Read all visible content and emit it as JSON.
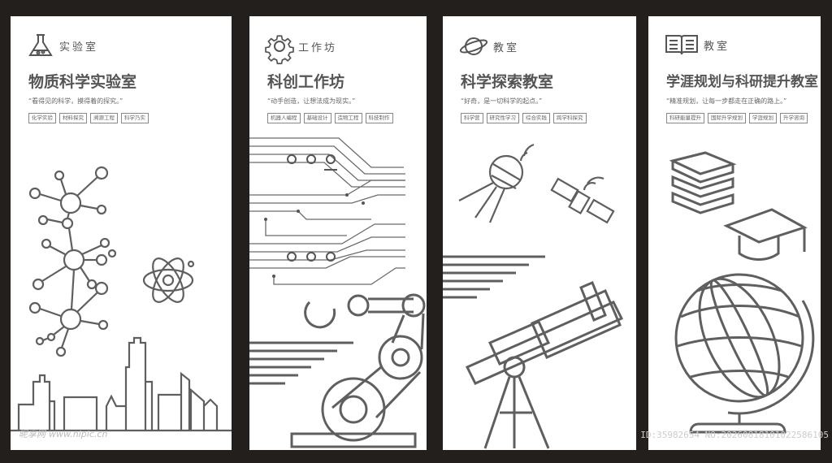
{
  "panels": [
    {
      "label": "实验室",
      "title": "物质科学实验室",
      "quote": "“看得见的科学，摸得着的探究。”",
      "tags": [
        "化学实验",
        "材料探究",
        "溯源工程",
        "科学乃实"
      ],
      "icon": "flask-icon"
    },
    {
      "label": "工作坊",
      "title": "科创工作坊",
      "quote": "“动手创造，让想法成为现实。”",
      "tags": [
        "机器人编程",
        "基础设计",
        "造物工程",
        "科技制作"
      ],
      "icon": "gear-icon"
    },
    {
      "label": "教室",
      "title": "科学探索教室",
      "quote": "“好奇，是一切科学的起点。”",
      "tags": [
        "科学营",
        "研究性学习",
        "综合实践",
        "跨学科探究"
      ],
      "icon": "planet-icon"
    },
    {
      "label": "教室",
      "title": "学涯规划与科研提升教室",
      "quote": "“精准规划，让每一步都走在正确的路上。”",
      "tags": [
        "科研能量提升",
        "国际升学规划",
        "学涯规划",
        "升学咨询"
      ],
      "icon": "book-icon"
    }
  ],
  "watermark": {
    "left_logo": "昵享网",
    "left_url": "www.nipic.cn",
    "right_id": "ID:35982654 NO:20260818101022586105"
  },
  "colors": {
    "background": "#231f1c",
    "panel": "#ffffff",
    "line": "#5f5f5f"
  }
}
